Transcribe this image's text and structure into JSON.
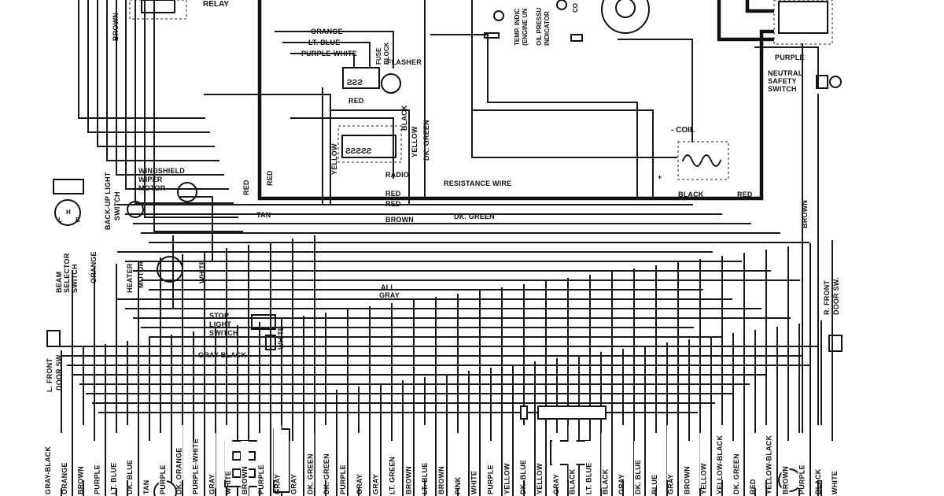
{
  "components": {
    "relay": "RELAY",
    "fuse_block": [
      "FUSE",
      "BLOCK"
    ],
    "flasher": "FLASHER",
    "temp_indicator": [
      "TEMP. INDIC",
      "(ENGINE UN"
    ],
    "oil_pressure": [
      "OIL PRESSU",
      "INDICATOR"
    ],
    "gen_partial": "CO",
    "neutral_switch": [
      "NEUTRAL",
      "SAFETY",
      "SWITCH"
    ],
    "coil": "- COIL",
    "coil_plus": "+",
    "wiper_motor": [
      "WINDSHIELD",
      "WIPER",
      "MOTOR"
    ],
    "backup_switch": [
      "BACK-UP LIGHT",
      "SWITCH"
    ],
    "beam_switch": [
      "BEAM",
      "SELECTOR",
      "SWITCH"
    ],
    "heater_motor": [
      "HEATER",
      "MOTOR"
    ],
    "stop_switch": [
      "STOP",
      "LIGHT",
      "SWITCH"
    ],
    "l_door": [
      "L. FRONT",
      "DOOR SW."
    ],
    "r_door": [
      "R. FRONT",
      "DOOR SW."
    ],
    "radio": "RADIO",
    "all_gray": [
      "ALL",
      "GRAY"
    ],
    "resistance": "RESISTANCE WIRE"
  },
  "wire_labels": {
    "orange_top": "ORANGE",
    "lt_blue_top": "LT. BLUE",
    "purple_white_top": "PURPLE-WHITE",
    "red_fuse": "RED",
    "black_flasher": "BLACK",
    "yellow_v": "YELLOW",
    "dk_green_v": "DK. GREEN",
    "yellow_v2": "YELLOW",
    "red_a": "RED",
    "red_b": "RED",
    "red_c": "RED",
    "red_d": "RED",
    "tan": "TAN",
    "brown_mid": "BROWN",
    "dk_green_mid": "DK. GREEN",
    "black_coil": "BLACK",
    "red_coil": "RED",
    "purple_ns": "PURPLE",
    "brown_right": "BROWN",
    "brown_topleft": "BROWN",
    "orange_left": "ORANGE",
    "white_heater": "WHITE",
    "gray_black": "GRAY-BLACK",
    "white_stop": "WHITE",
    "h_mark": "H",
    "l_mark": "L",
    "b_mark": "B"
  },
  "bottom_labels": [
    "GRAY-BLACK",
    "ORANGE",
    "BROWN",
    "PURPLE",
    "LT. BLUE",
    "DK. BLUE",
    "TAN",
    "PURPLE",
    "DK. ORANGE",
    "PURPLE-WHITE",
    "GRAY",
    "WHITE",
    "BROWN",
    "PURPLE",
    "GRAY",
    "GRAY",
    "DK. GREEN",
    "DK. GREEN",
    "PURPLE",
    "GRAY",
    "GRAY",
    "LT. GREEN",
    "BROWN",
    "LT. BLUE",
    "BROWN",
    "PINK",
    "WHITE",
    "PURPLE",
    "YELLOW",
    "DK. BLUE",
    "YELLOW",
    "GRAY",
    "BLACK",
    "LT. BLUE",
    "BLACK",
    "GRAY",
    "DK. BLUE",
    "BLUE",
    "GRAY",
    "BROWN",
    "YELLOW",
    "YELLOW-BLACK",
    "DK. GREEN",
    "RED",
    "YELLOW-BLACK",
    "BROWN",
    "PURPLE",
    "BLACK",
    "WHITE"
  ]
}
